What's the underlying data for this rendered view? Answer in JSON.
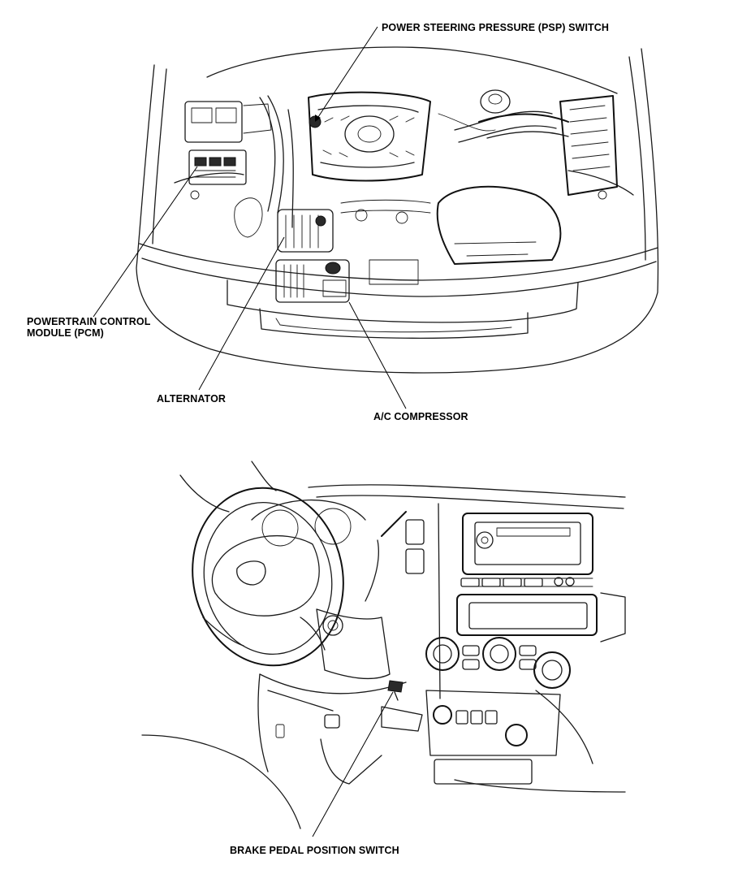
{
  "labels": {
    "psp_switch": "POWER STEERING PRESSURE (PSP) SWITCH",
    "pcm_line1": "POWERTRAIN CONTROL",
    "pcm_line2": "MODULE (PCM)",
    "alternator": "ALTERNATOR",
    "ac_compressor": "A/C COMPRESSOR",
    "brake_switch": "BRAKE PEDAL POSITION SWITCH"
  },
  "colors": {
    "ink": "#1a1a1a",
    "paper": "#ffffff"
  }
}
